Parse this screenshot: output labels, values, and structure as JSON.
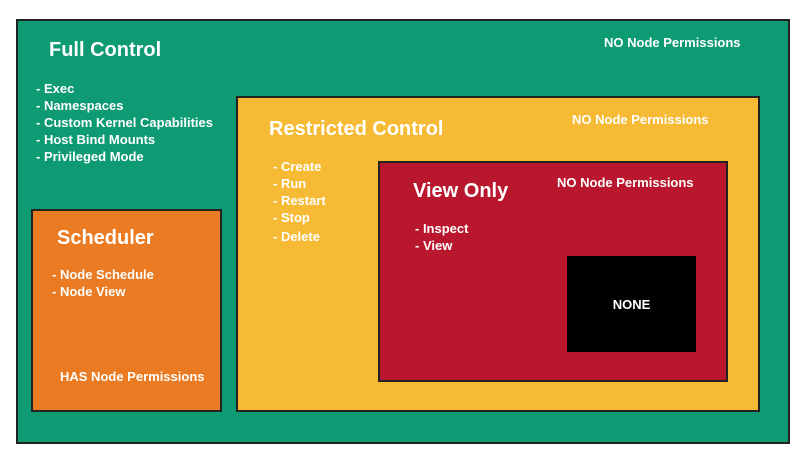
{
  "colors": {
    "full": "#0e9a73",
    "restricted": "#f6ba35",
    "view": "#b8172d",
    "scheduler": "#ea7b22",
    "none": "#000000"
  },
  "full_control": {
    "title": "Full Control",
    "permission": "NO Node Permissions",
    "items": [
      "- Exec",
      "- Namespaces",
      "- Custom Kernel Capabilities",
      "- Host Bind Mounts",
      "- Privileged Mode"
    ]
  },
  "restricted_control": {
    "title": "Restricted Control",
    "permission": "NO Node Permissions",
    "items": [
      "- Create",
      "- Run",
      "- Restart",
      "- Stop",
      "- Delete"
    ]
  },
  "view_only": {
    "title": "View Only",
    "permission": "NO Node Permissions",
    "items": [
      "- Inspect",
      "- View"
    ]
  },
  "scheduler": {
    "title": "Scheduler",
    "permission": "HAS Node Permissions",
    "items": [
      "- Node Schedule",
      "- Node View"
    ]
  },
  "none": {
    "label": "NONE"
  }
}
